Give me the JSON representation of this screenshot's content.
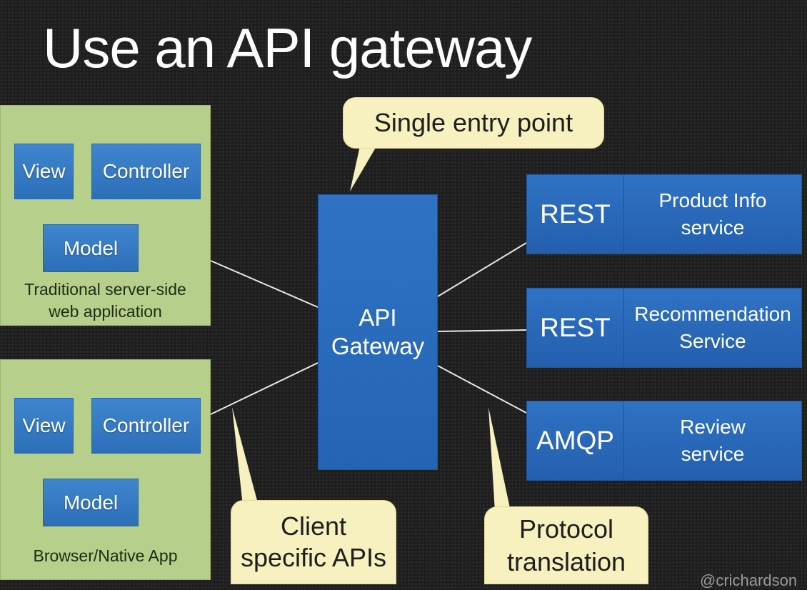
{
  "title": "Use an API gateway",
  "clients": [
    {
      "view_label": "View",
      "controller_label": "Controller",
      "model_label": "Model",
      "caption_line1": "Traditional server-side",
      "caption_line2": "web application"
    },
    {
      "view_label": "View",
      "controller_label": "Controller",
      "model_label": "Model",
      "caption_line1": "Browser/Native App"
    }
  ],
  "gateway": {
    "line1": "API",
    "line2": "Gateway"
  },
  "services": [
    {
      "protocol": "REST",
      "name_line1": "Product Info",
      "name_line2": "service"
    },
    {
      "protocol": "REST",
      "name_line1": "Recommendation",
      "name_line2": "Service"
    },
    {
      "protocol": "AMQP",
      "name_line1": "Review",
      "name_line2": "service"
    }
  ],
  "callouts": {
    "entry_point": "Single entry point",
    "client_apis_line1": "Client",
    "client_apis_line2": "specific APIs",
    "protocol_line1": "Protocol",
    "protocol_line2": "translation"
  },
  "watermark": "@crichardson",
  "colors": {
    "background": "#1e1e1e",
    "client_panel": "#b6d08c",
    "box_blue": "#3f86cf",
    "gateway_blue": "#2f72c4",
    "callout": "#f6f1bf",
    "connector": "#e6e6e6"
  }
}
